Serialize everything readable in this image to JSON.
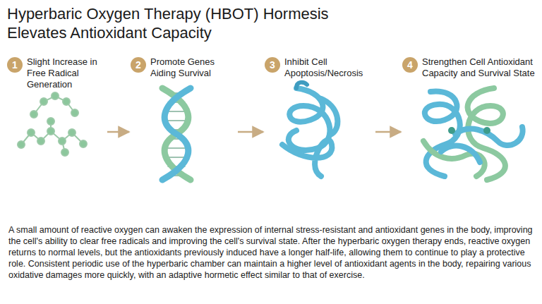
{
  "diagram": {
    "title": "Hyperbaric Oxygen Therapy (HBOT) Hormesis Elevates Antioxidant Capacity",
    "caption": "A small amount of reactive oxygen can awaken the expression of internal stress-resistant and antioxidant genes in the body, improving the cell's ability to clear free radicals and improving the cell's survival state. After the hyperbaric oxygen therapy ends, reactive oxygen returns to normal levels, but the antioxidants previously induced have a longer half-life, allowing them to continue to play a protective role. Consistent periodic use of the hyperbaric chamber can maintain a higher level of antioxidant agents in the body, repairing various oxidative damages more quickly, with an adaptive hormetic effect similar to that of exercise.",
    "nodes": [
      {
        "text": [
          "1",
          "Slight Increase in Free Radical Generation"
        ]
      },
      {
        "text": [
          "2",
          "Promote Genes Aiding Survival"
        ]
      },
      {
        "text": [
          "3",
          "Inhibit Cell Apoptosis/Necrosis"
        ]
      },
      {
        "text": [
          "4",
          "Strengthen Cell Antioxidant Capacity and Survival State"
        ]
      }
    ],
    "edges": [
      {
        "from": 0,
        "to": 1,
        "arrow": "to"
      },
      {
        "from": 1,
        "to": 2,
        "arrow": "to"
      },
      {
        "from": 2,
        "to": 3,
        "arrow": "to"
      }
    ]
  }
}
